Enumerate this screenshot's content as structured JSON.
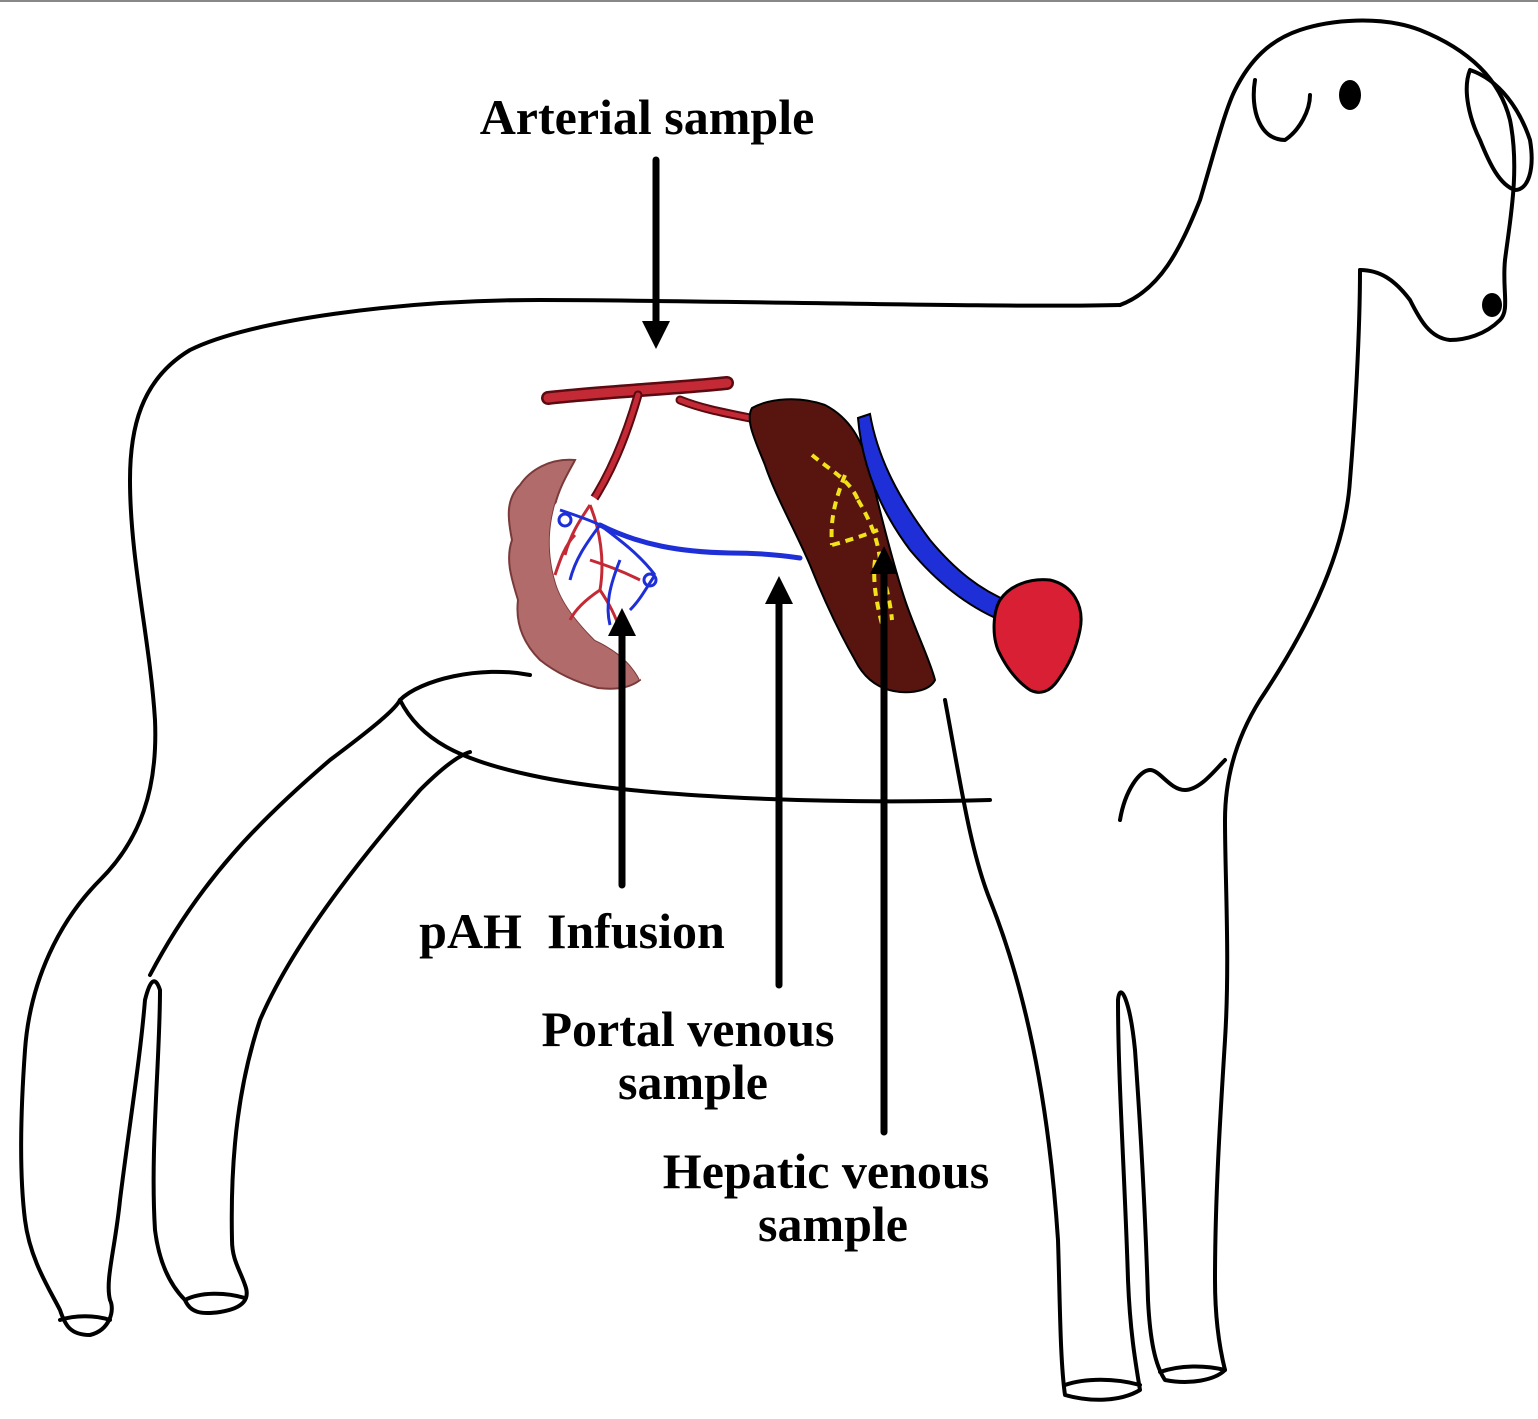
{
  "labels": {
    "arterial": "Arterial sample",
    "pah": "pAH  Infusion",
    "portal_line1": "Portal venous",
    "portal_line2": "sample",
    "hepatic_line1": "Hepatic venous",
    "hepatic_line2": "sample"
  },
  "colors": {
    "outline": "#000000",
    "artery": "#c42a35",
    "vein": "#1f2fd8",
    "liver": "#581510",
    "fat_yellow": "#f2e21a",
    "intestine_border": "#b07070",
    "spleen": "#d81f33"
  }
}
